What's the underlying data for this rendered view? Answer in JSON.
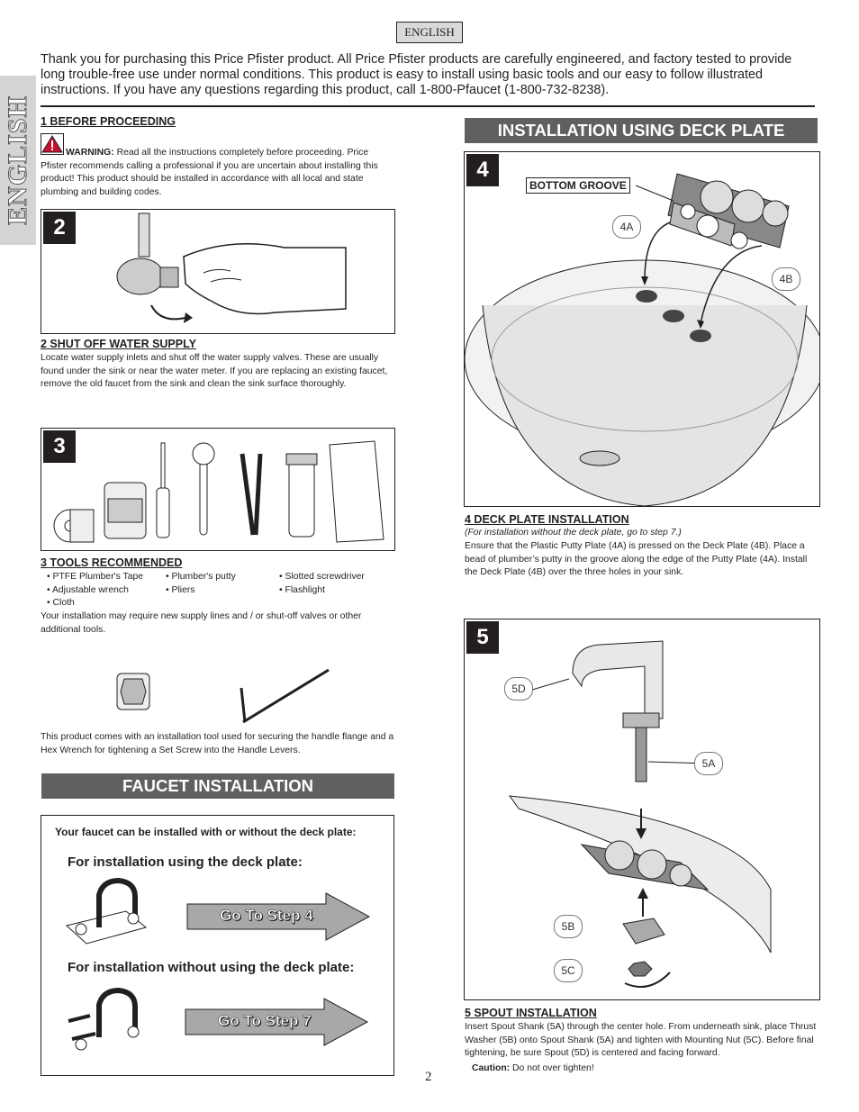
{
  "header": {
    "language_tab": "ENGLISH",
    "side_tab": "ENGLISH",
    "intro": "Thank you for purchasing this Price Pfister product.  All Price Pfister products are carefully engineered, and factory tested to provide long trouble-free use under normal conditions.  This product is easy to install using basic tools and our easy to follow illustrated instructions.  If you have any questions regarding this product, call 1-800-Pfaucet (1-800-732-8238)."
  },
  "before": {
    "heading": "1  BEFORE PROCEEDING",
    "warning_label": "WARNING:",
    "warning_text": " Read all the instructions completely before proceeding. Price Pfister recommends calling a professional if you are uncertain about installing this product! This product should be installed in accordance with all local and state plumbing and building codes."
  },
  "step2": {
    "number": "2",
    "heading": "2  SHUT OFF WATER SUPPLY",
    "text": "Locate water supply inlets and shut off the water supply valves.  These are usually found under the sink or near the water meter.  If you are replacing an existing faucet, remove the old faucet from the sink and clean the sink surface thoroughly."
  },
  "step3": {
    "number": "3",
    "heading": "3  TOOLS RECOMMENDED",
    "tools": [
      "• PTFE Plumber's Tape",
      "• Plumber's putty",
      "• Slotted screwdriver",
      "• Adjustable wrench",
      "• Pliers",
      "• Flashlight",
      "• Cloth"
    ],
    "note": "Your installation may require new supply lines and / or shut-off valves or other additional tools.",
    "tool_note": "This product comes with an installation tool used for securing the handle flange and a Hex Wrench for tightening a Set Screw into the Handle Levers."
  },
  "faucet": {
    "banner": "FAUCET INSTALLATION",
    "intro": "Your faucet can be installed with or without the deck plate:",
    "with_plate": "For installation using the deck plate:",
    "go_step4": "Go To Step 4",
    "without_plate": "For installation without using the deck plate:",
    "go_step7": "Go To Step 7"
  },
  "deck": {
    "banner": "INSTALLATION USING DECK PLATE",
    "number": "4",
    "bottom_groove": "BOTTOM GROOVE",
    "callout_4a": "4A",
    "callout_4b": "4B",
    "heading": "4  DECK PLATE INSTALLATION",
    "paren_note": "(For installation without the deck plate, go to step 7.)",
    "text": "Ensure that the Plastic Putty Plate (4A) is pressed on the Deck Plate (4B).  Place a bead of plumber’s putty in the groove along the edge of the Putty Plate (4A).  Install the Deck Plate (4B) over the three holes in your sink."
  },
  "spout": {
    "number": "5",
    "callout_5a": "5A",
    "callout_5b": "5B",
    "callout_5c": "5C",
    "callout_5d": "5D",
    "heading": "5  SPOUT INSTALLATION",
    "text": "Insert Spout Shank (5A) through the center hole.  From underneath sink, place Thrust Washer (5B) onto Spout Shank (5A) and tighten with Mounting Nut (5C).  Before final tightening, be sure Spout (5D) is centered and facing forward.",
    "caution_label": "Caution:",
    "caution_text": " Do not over tighten!"
  },
  "footer": {
    "page_number": "2"
  }
}
